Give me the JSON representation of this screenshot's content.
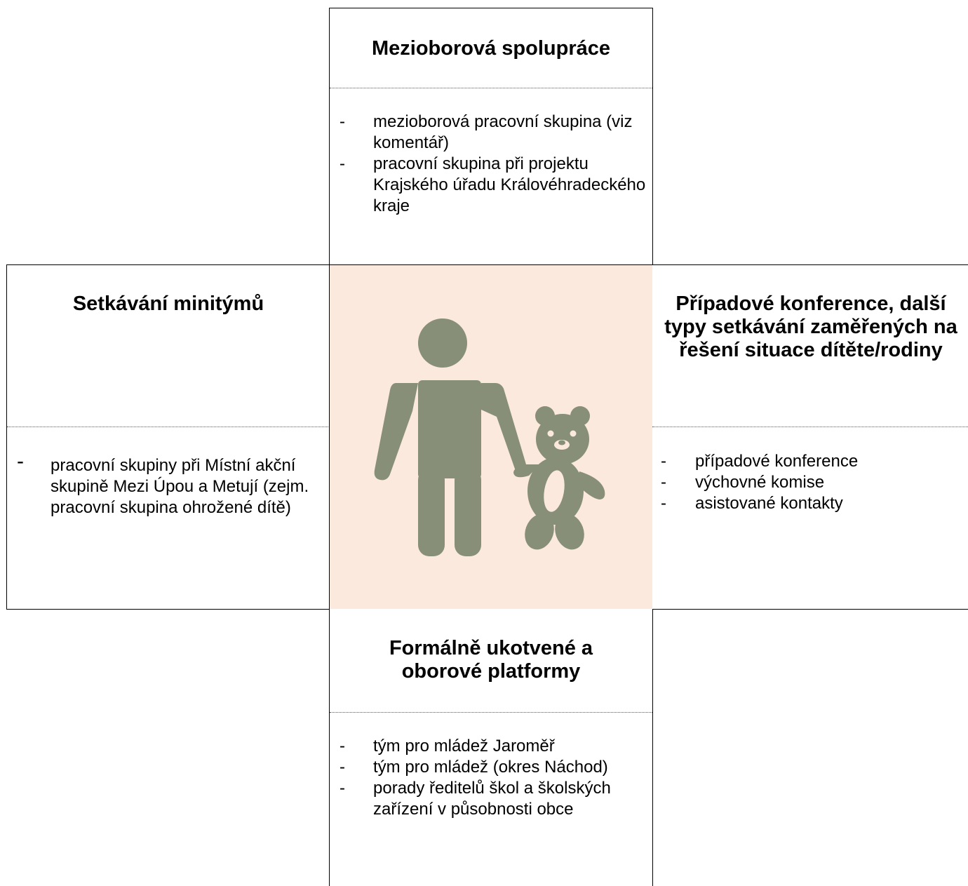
{
  "top": {
    "title": "Mezioborová spolupráce",
    "items": [
      "mezioborová pracovní skupina (viz komentář)",
      "pracovní skupina při projektu Krajského úřadu Královéhradeckého kraje"
    ]
  },
  "left": {
    "title": "Setkávání minitýmů",
    "items": [
      "pracovní skupiny při Místní akční skupině Mezi Úpou a Metují (zejm. pracovní skupina ohrožené dítě)"
    ]
  },
  "right": {
    "title": "Případové konference, další typy setkávání zaměřených na řešení situace dítěte/rodiny",
    "items": [
      "případové konference",
      "výchovné komise",
      "asistované kontakty"
    ]
  },
  "bottom": {
    "title": "Formálně ukotvené a oborové platformy",
    "items": [
      "tým pro mládež Jaroměř",
      "tým pro mládež (okres Náchod)",
      "porady ředitelů škol a školských zařízení v působnosti obce"
    ]
  },
  "center": {
    "icon": "adult-with-teddy-bear-icon",
    "fill_color": "#fbe9dd",
    "icon_color": "#878f78"
  },
  "dash": "-"
}
